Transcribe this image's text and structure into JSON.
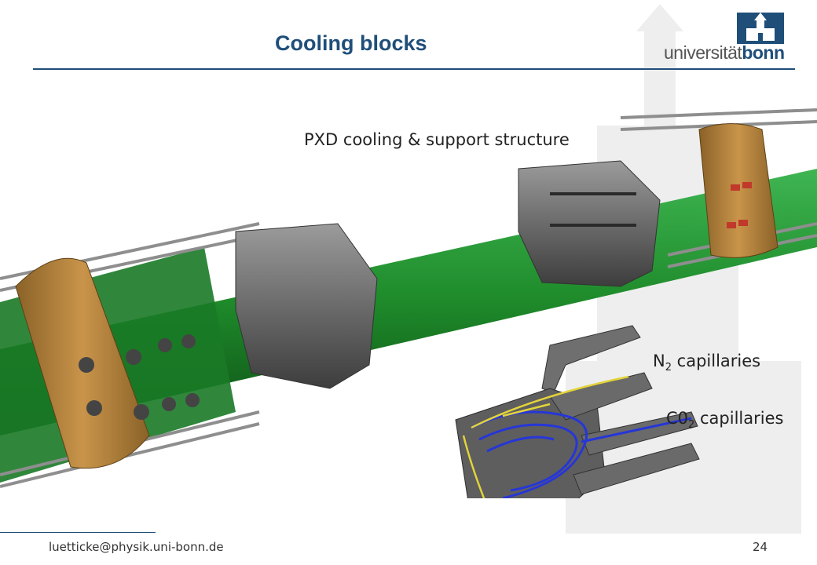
{
  "header": {
    "title": "Cooling blocks",
    "logo_prefix": "universität",
    "logo_suffix": "bonn"
  },
  "figure": {
    "label_pxd": "PXD cooling & support structure",
    "label_n2_main": "N",
    "label_n2_sub": "2",
    "label_n2_rest": " capillaries",
    "label_co2_main": "C0",
    "label_co2_sub": "2",
    "label_co2_rest": " capillaries"
  },
  "footer": {
    "email": "luetticke@physik.uni-bonn.de",
    "page_number": "24"
  },
  "colors": {
    "accent": "#1f4e79",
    "beam_green": "#1f8a2a",
    "support_gray": "#6d6d6d",
    "brass": "#b8863b",
    "n2_capillary": "#e3d33a",
    "co2_capillary": "#2636d8"
  }
}
